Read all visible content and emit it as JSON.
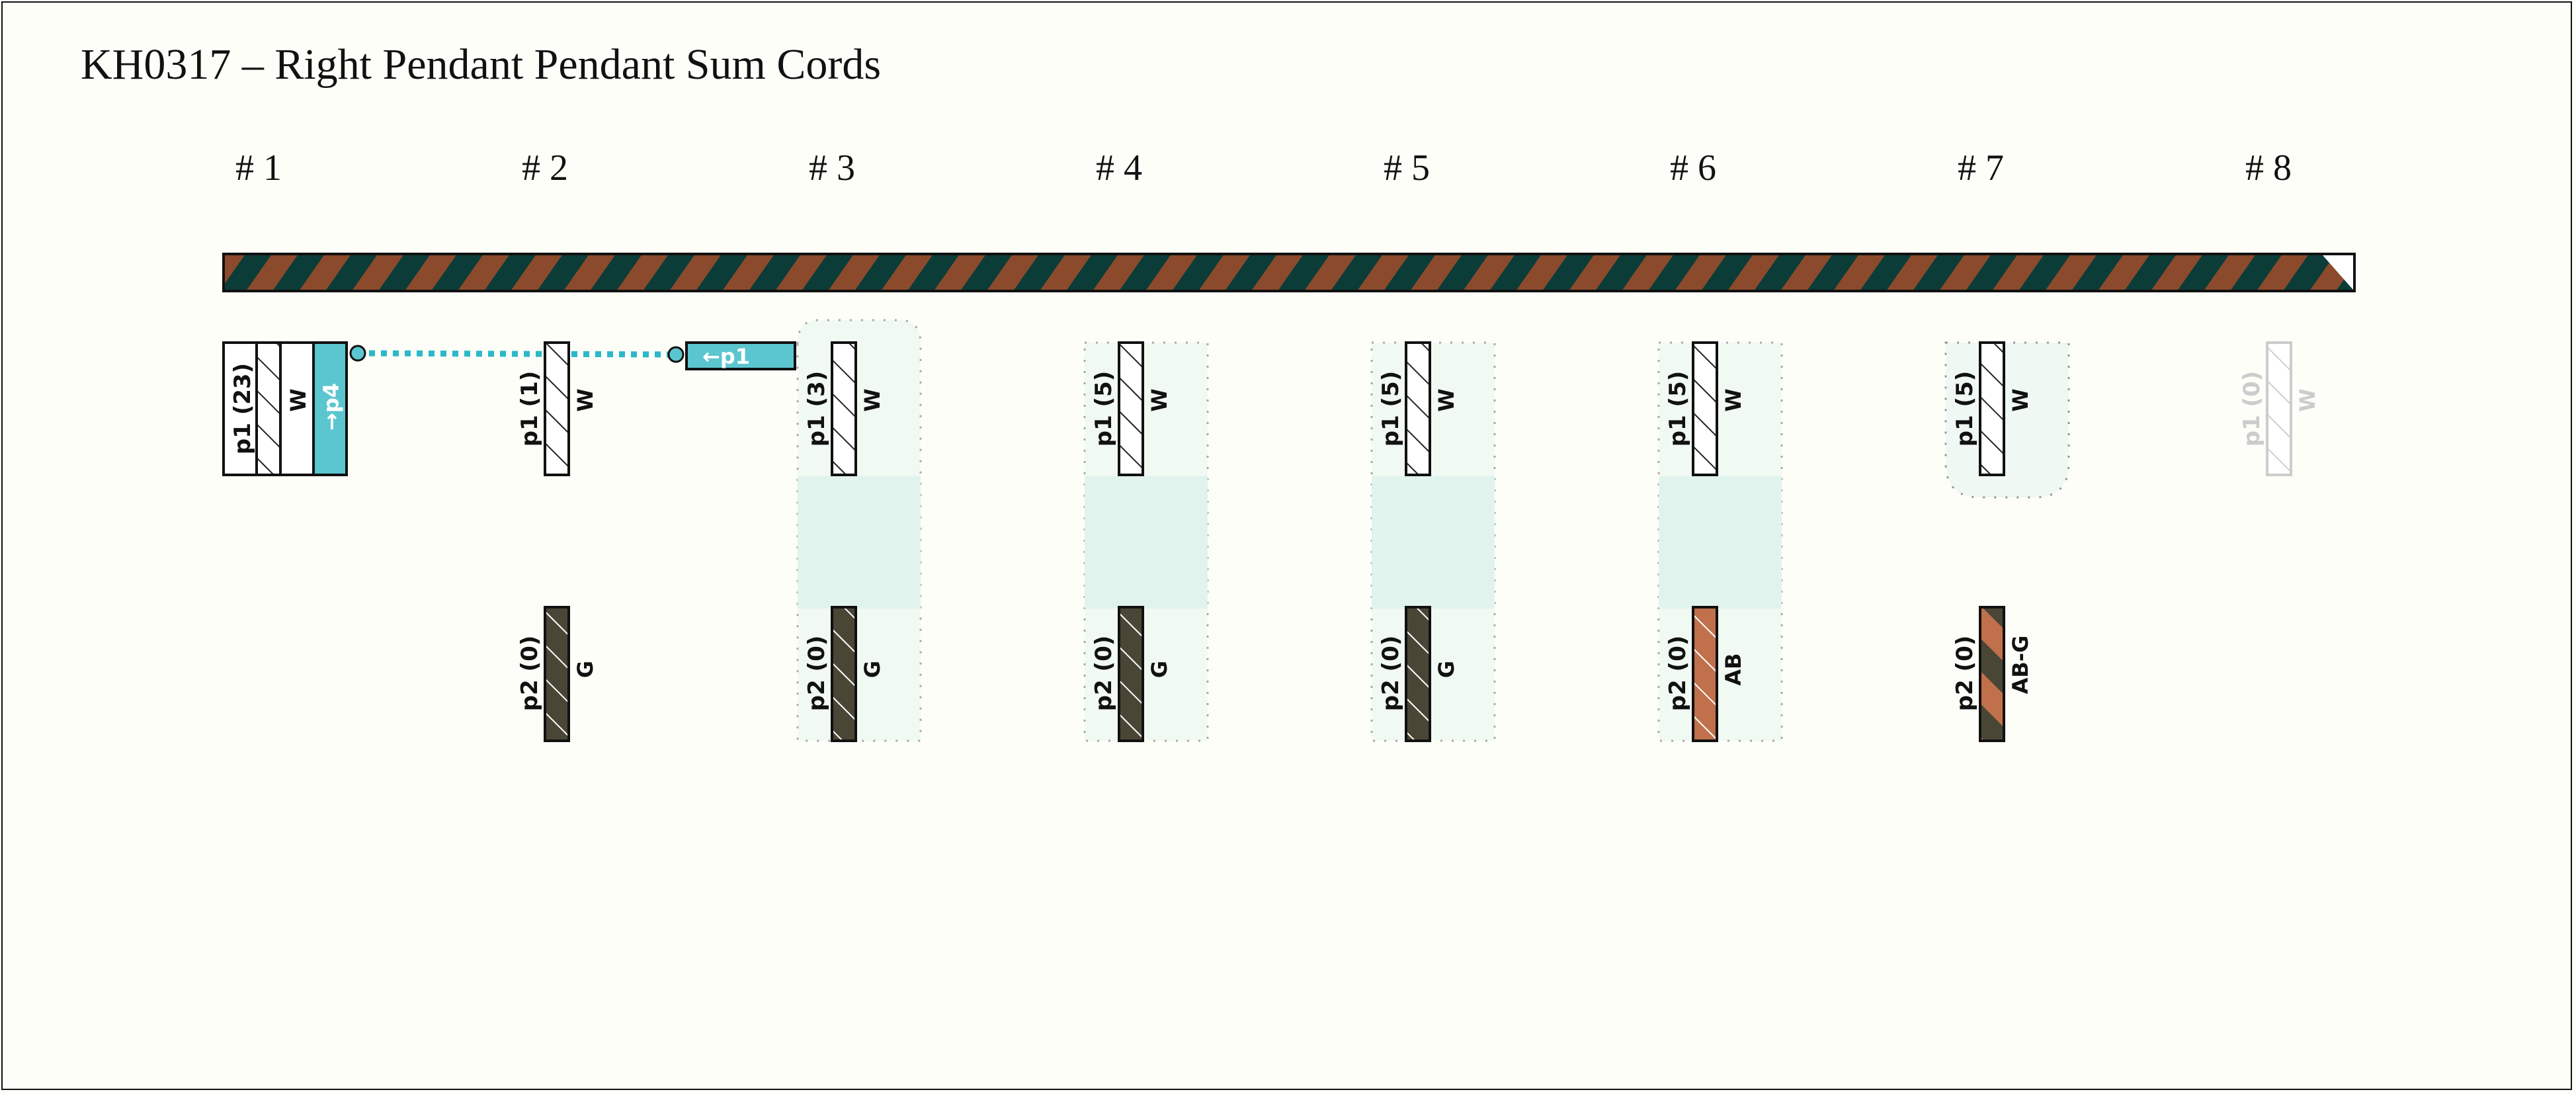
{
  "title": "KH0317 – Right Pendant Pendant Sum Cords",
  "colors": {
    "background": "#fefef8",
    "primary_cord_dark": "#0b3c38",
    "primary_cord_brown": "#8b4a2c",
    "group_fill": "#e3f4ef",
    "link_cyan": "#5bc6cf",
    "link_dotted": "#2bb8c8",
    "G": "#4a4636",
    "AB": "#c0704a",
    "W": "#ffffff"
  },
  "columns": [
    {
      "label": "# 1"
    },
    {
      "label": "# 2"
    },
    {
      "label": "# 3"
    },
    {
      "label": "# 4"
    },
    {
      "label": "# 5"
    },
    {
      "label": "# 6"
    },
    {
      "label": "# 7"
    },
    {
      "label": "# 8"
    }
  ],
  "cord1": {
    "p1_label": "p1 (23)",
    "p1_color": "W",
    "link_label": "→p4"
  },
  "cord2": {
    "p1_label": "p1 (1)",
    "p1_color": "W",
    "p2_label": "p2 (0)",
    "p2_color": "G",
    "link_label": "←p1"
  },
  "cords": [
    {
      "p1_label": "p1 (3)",
      "p1_color": "W",
      "p2_label": "p2 (0)",
      "p2_color": "G"
    },
    {
      "p1_label": "p1 (5)",
      "p1_color": "W",
      "p2_label": "p2 (0)",
      "p2_color": "G"
    },
    {
      "p1_label": "p1 (5)",
      "p1_color": "W",
      "p2_label": "p2 (0)",
      "p2_color": "G"
    },
    {
      "p1_label": "p1 (5)",
      "p1_color": "W",
      "p2_label": "p2 (0)",
      "p2_color": "AB"
    },
    {
      "p1_label": "p1 (5)",
      "p1_color": "W",
      "p2_label": "p2 (0)",
      "p2_color": "AB-G"
    },
    {
      "p1_label": "p1 (0)",
      "p1_color": "W"
    }
  ]
}
